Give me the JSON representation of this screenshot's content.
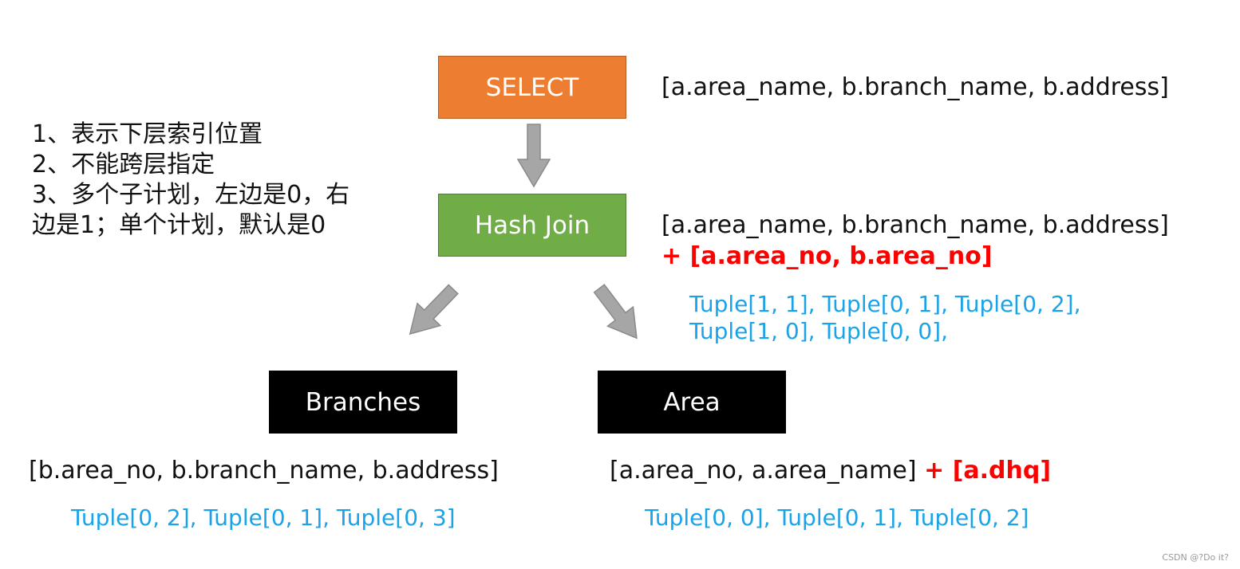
{
  "nodes": {
    "select": "SELECT",
    "hash_join": "Hash Join",
    "branches": "Branches",
    "area": "Area"
  },
  "select_columns": "[a.area_name, b.branch_name, b.address]",
  "hash_join_columns": "[a.area_name, b.branch_name, b.address]",
  "hash_join_extra": "+ [a.area_no, b.area_no]",
  "hash_join_tuples": {
    "line1": "Tuple[1, 1], Tuple[0, 1], Tuple[0, 2],",
    "line2": "Tuple[1, 0], Tuple[0, 0],"
  },
  "branches_columns": "[b.area_no, b.branch_name, b.address]",
  "branches_tuples": "Tuple[0, 2], Tuple[0, 1], Tuple[0, 3]",
  "area_columns": "[a.area_no, a.area_name]",
  "area_extra": "+ [a.dhq]",
  "area_tuples": "Tuple[0, 0], Tuple[0, 1], Tuple[0, 2]",
  "notes": [
    "1、表示下层索引位置",
    "2、不能跨层指定",
    "3、多个子计划，左边是0，右",
    "边是1；单个计划，默认是0"
  ],
  "watermark": "CSDN @?Do it?",
  "colors": {
    "select": "#ed7d31",
    "hash_join": "#70ad47",
    "leaf": "#000000",
    "highlight": "#ff0000",
    "tuple": "#1aa3e8",
    "arrow": "#a6a6a6"
  }
}
